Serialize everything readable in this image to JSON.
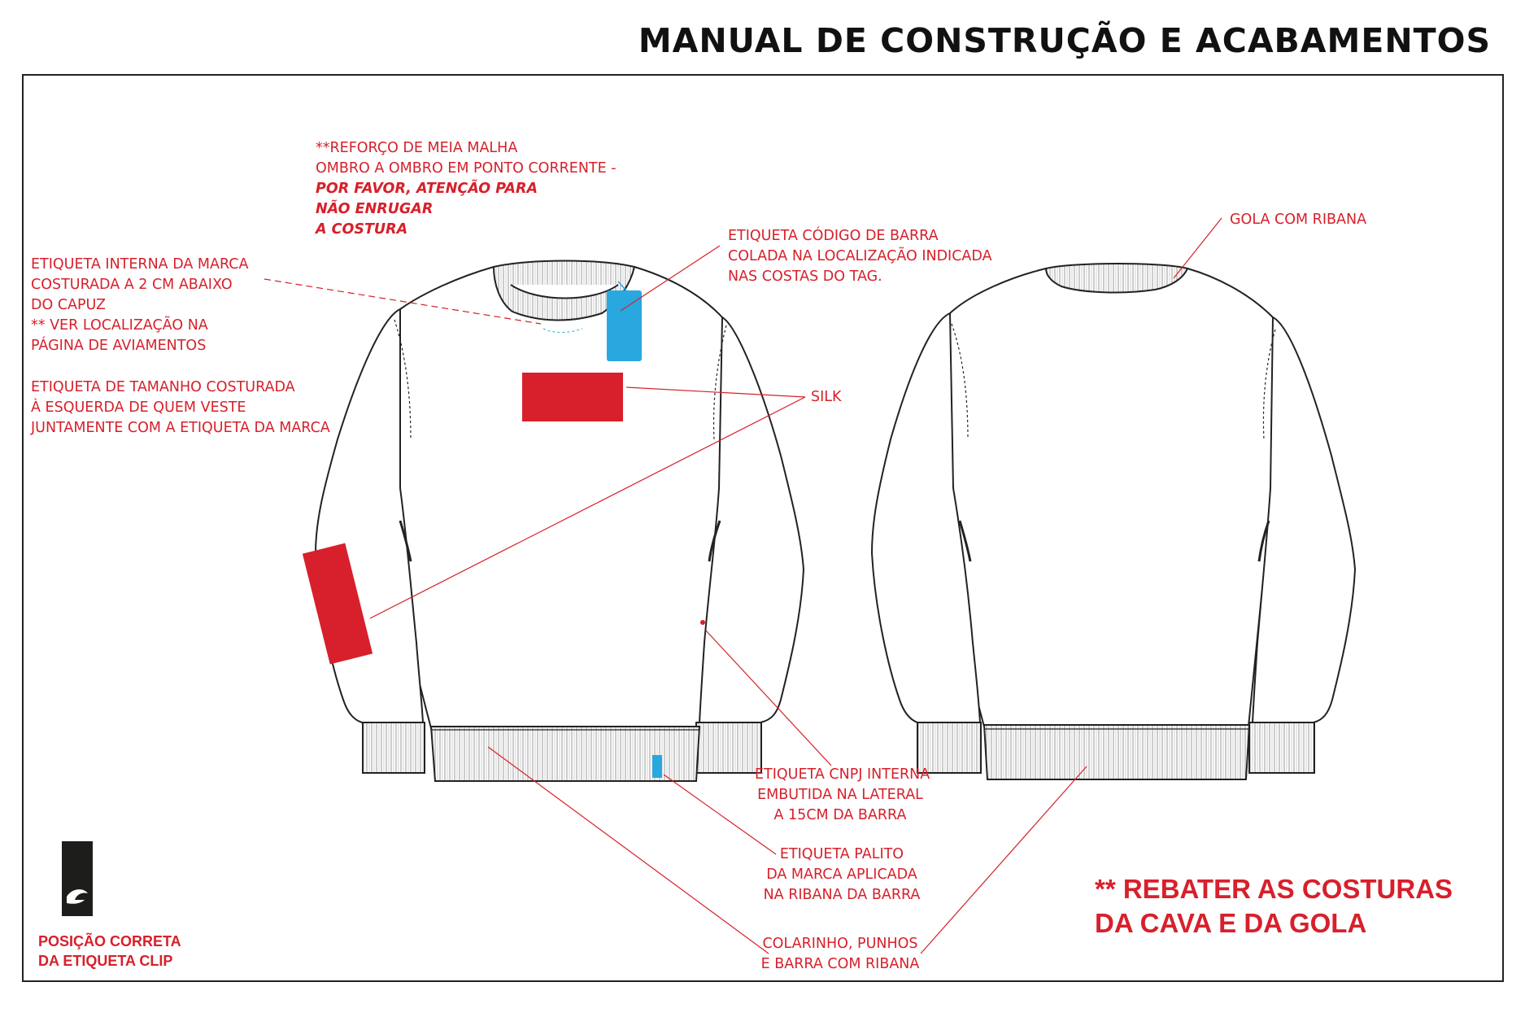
{
  "header": {
    "title": "MANUAL DE CONSTRUÇÃO E ACABAMENTOS"
  },
  "notes": {
    "reforco": [
      "**REFORÇO DE MEIA MALHA",
      "OMBRO A OMBRO EM PONTO CORRENTE -",
      "POR FAVOR, ATENÇÃO PARA",
      "NÃO ENRUGAR",
      "A COSTURA"
    ],
    "etiqueta_interna": [
      "ETIQUETA INTERNA DA MARCA",
      "COSTURADA A 2 CM ABAIXO",
      "DO CAPUZ",
      "** VER LOCALIZAÇÃO NA",
      "PÁGINA DE AVIAMENTOS"
    ],
    "etiqueta_tamanho": [
      "ETIQUETA DE TAMANHO COSTURADA",
      "À ESQUERDA DE QUEM VESTE",
      "JUNTAMENTE COM A ETIQUETA DA MARCA"
    ],
    "codigo_barra": [
      "ETIQUETA CÓDIGO DE BARRA",
      "COLADA NA  LOCALIZAÇÃO INDICADA",
      "NAS COSTAS DO TAG."
    ],
    "gola": "GOLA COM RIBANA",
    "silk": "SILK",
    "cnpj": [
      "ETIQUETA CNPJ INTERNA",
      "EMBUTIDA NA LATERAL",
      "A 15CM DA BARRA"
    ],
    "palito": [
      "ETIQUETA PALITO",
      "DA MARCA APLICADA",
      "NA RIBANA DA BARRA"
    ],
    "colarinho": [
      "COLARINHO, PUNHOS",
      "E BARRA COM RIBANA"
    ],
    "rebater": [
      "** REBATER AS COSTURAS",
      "DA CAVA E DA GOLA"
    ],
    "clip": [
      "POSIÇÃO CORRETA",
      "DA ETIQUETA CLIP"
    ]
  },
  "colors": {
    "accent_red": "#d7202b",
    "tag_blue": "#29a8e0",
    "outline": "#222222",
    "clip_label": "#1d1d1b"
  }
}
